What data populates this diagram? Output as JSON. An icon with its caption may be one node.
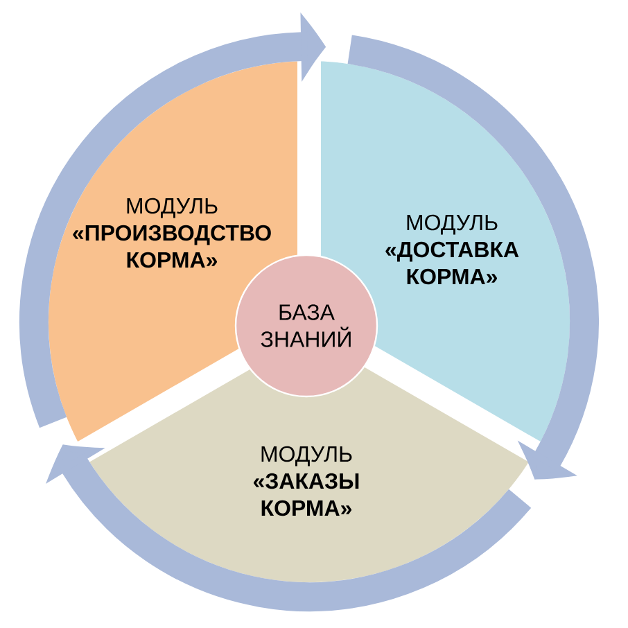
{
  "diagram": {
    "nodes": [
      {
        "text": [
          "МОДУЛЬ",
          "«ПРОИЗВОДСТВО КОРМА»"
        ]
      },
      {
        "text": [
          "МОДУЛЬ",
          "«ДОСТАВКА КОРМА»"
        ]
      },
      {
        "text": [
          "БАЗА ЗНАНИЙ"
        ]
      },
      {
        "text": [
          "МОДУЛЬ",
          "«ЗАКАЗЫ КОРМА»"
        ]
      }
    ],
    "edges": [
      {
        "from": 0,
        "to": 1,
        "arrow": "to"
      },
      {
        "from": 1,
        "to": 3,
        "arrow": "to"
      },
      {
        "from": 3,
        "to": 0,
        "arrow": "to"
      }
    ]
  }
}
